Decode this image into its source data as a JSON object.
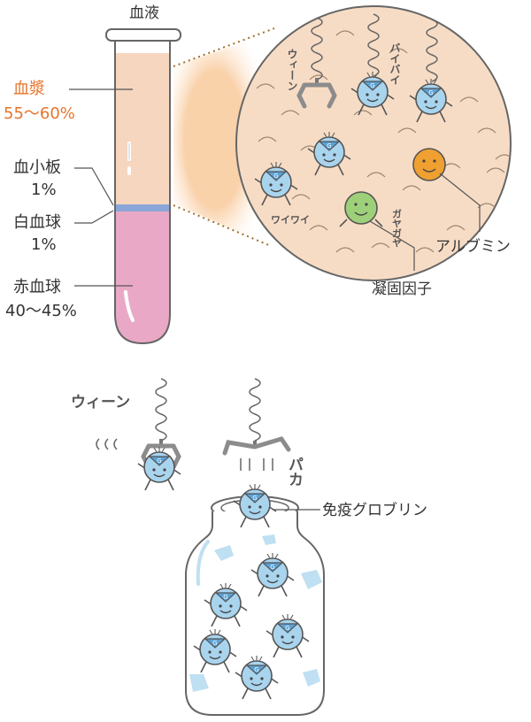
{
  "title": "血液",
  "components": {
    "plasma": {
      "name": "血漿",
      "percent": "55〜60%",
      "color": "#e8742a"
    },
    "platelets": {
      "name": "血小板",
      "percent": "1%"
    },
    "white_cells": {
      "name": "白血球",
      "percent": "1%"
    },
    "red_cells": {
      "name": "赤血球",
      "percent": "40〜45%"
    }
  },
  "proteins": {
    "albumin": "アルブミン",
    "clotting_factor": "凝固因子",
    "immunoglobulin": "免疫グロブリン"
  },
  "sound_effects": {
    "whirr": "ウィーン",
    "whirr_top": "ウィーン",
    "byebye": "バイバイ",
    "wai": "ワイワイ",
    "gaya": "ガヤガヤ",
    "paka": "パカ"
  },
  "colors": {
    "plasma_fill": "#f6d6bf",
    "red_cell_fill": "#e9a9c6",
    "buffy_coat": "#8aa6d8",
    "globulin_blue": "#a9d4ee",
    "albumin_orange": "#f0a030",
    "clotting_green": "#9ed07a"
  }
}
